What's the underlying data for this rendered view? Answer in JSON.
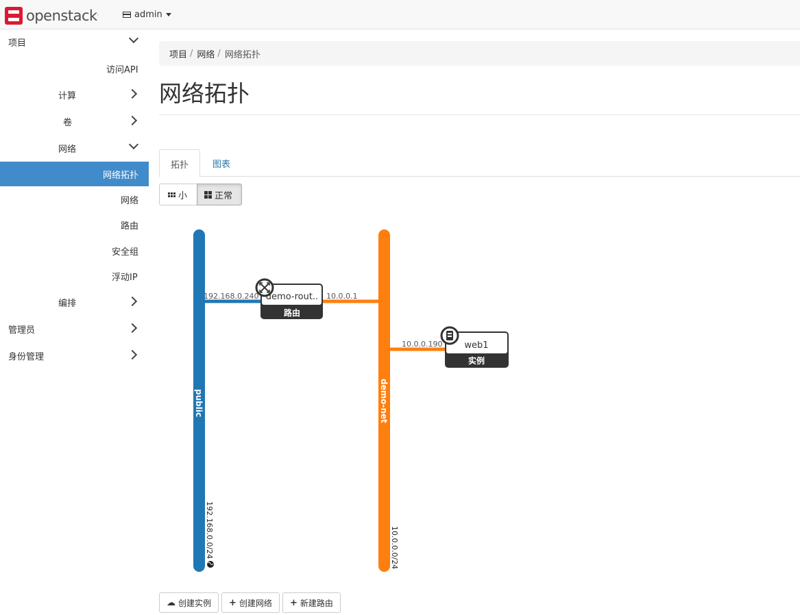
{
  "navbar": {
    "logo_text": "openstack",
    "logo_mark": ".",
    "project_label": "admin",
    "project_icon": "server-icon"
  },
  "sidebar": {
    "items": [
      {
        "label": "项目",
        "chevron": "down"
      },
      {
        "label": "访问API"
      },
      {
        "label": "计算",
        "chevron": "right"
      },
      {
        "label": "卷",
        "chevron": "right"
      },
      {
        "label": "网络",
        "chevron": "down"
      },
      {
        "label": "网络拓扑",
        "active": true
      },
      {
        "label": "网络"
      },
      {
        "label": "路由"
      },
      {
        "label": "安全组"
      },
      {
        "label": "浮动IP"
      },
      {
        "label": "编排",
        "chevron": "right"
      },
      {
        "label": "管理员",
        "chevron": "right"
      },
      {
        "label": "身份管理",
        "chevron": "right"
      }
    ]
  },
  "breadcrumb": [
    "项目",
    "网络",
    "网络拓扑"
  ],
  "page_title": "网络拓扑",
  "tabs": [
    {
      "label": "拓扑",
      "active": true
    },
    {
      "label": "图表"
    }
  ],
  "size_toggle": {
    "small": "小",
    "normal": "正常",
    "selected": "normal"
  },
  "topology": {
    "networks": [
      {
        "name": "public",
        "cidr": "192.168.0.0/24",
        "color": "#1f77b4",
        "external": true
      },
      {
        "name": "demo-net",
        "cidr": "10.0.0.0/24",
        "color": "#ff7f0e",
        "external": false
      }
    ],
    "router": {
      "name": "demo-rout..",
      "type_label": "路由",
      "ports": [
        {
          "network": "public",
          "ip": "192.168.0.240"
        },
        {
          "network": "demo-net",
          "ip": "10.0.0.1"
        }
      ]
    },
    "instance": {
      "name": "web1",
      "type_label": "实例",
      "ports": [
        {
          "network": "demo-net",
          "ip": "10.0.0.190"
        }
      ]
    }
  },
  "actions": {
    "create_instance": "创建实例",
    "create_network": "创建网络",
    "create_router": "新建路由"
  },
  "colors": {
    "accent": "#428bca",
    "link": "#2a7aa8",
    "public_net": "#1f77b4",
    "private_net": "#ff7f0e",
    "node_dark": "#333333",
    "logo_red": "#da1a32"
  }
}
